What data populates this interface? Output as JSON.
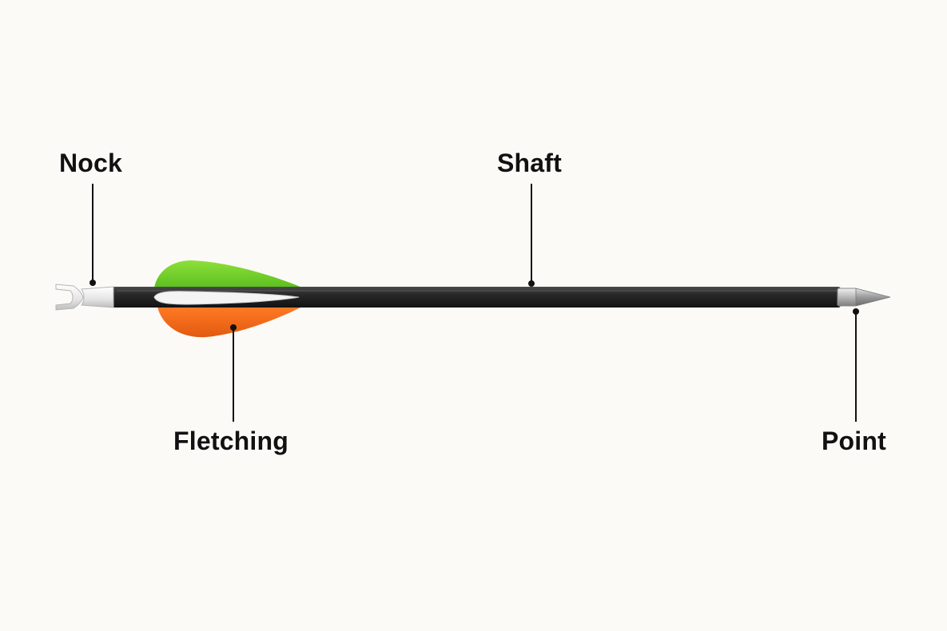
{
  "labels": {
    "nock": "Nock",
    "shaft": "Shaft",
    "fletching": "Fletching",
    "point": "Point"
  },
  "colors": {
    "background": "#fbfaf7",
    "shaft": "#1f1f1f",
    "fletching_top": "#6fcf2a",
    "fletching_bottom": "#f26a1b",
    "cock_vane": "#f2f2f2",
    "nock": "#e9e9e9",
    "point": "#a9a9a9",
    "leader_line": "#111111"
  }
}
